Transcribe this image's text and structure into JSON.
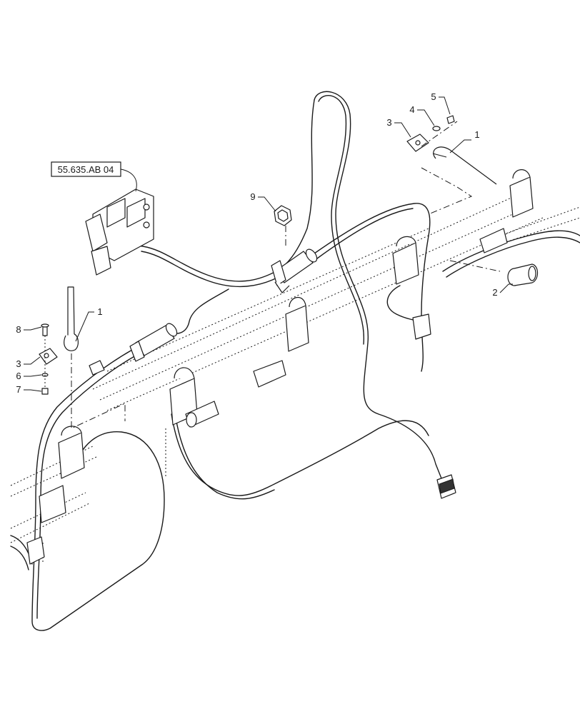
{
  "reference_label": "55.635.AB 04",
  "callouts": {
    "c1_right": "1",
    "c2": "2",
    "c3_right": "3",
    "c4": "4",
    "c5": "5",
    "c9": "9",
    "c1_left": "1",
    "c8": "8",
    "c3_left": "3",
    "c6": "6",
    "c7": "7"
  }
}
